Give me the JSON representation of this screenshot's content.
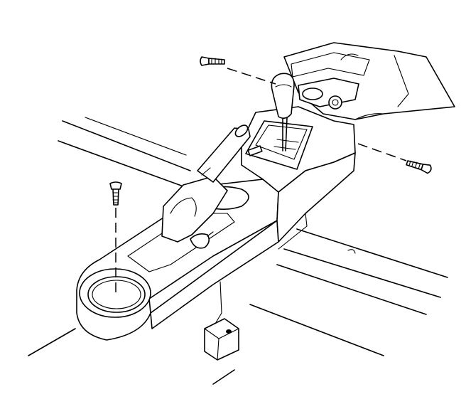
{
  "colors": {
    "ink": "#000000",
    "paper": "#ffffff"
  },
  "parts": [
    {
      "id": "rear-console-screw",
      "icon": "screw-icon"
    },
    {
      "id": "left-front-screw",
      "icon": "screw-icon"
    },
    {
      "id": "right-front-screw",
      "icon": "screw-icon"
    },
    {
      "id": "shift-knob",
      "icon": "shift-knob-icon"
    },
    {
      "id": "parking-brake-lever",
      "icon": "lever-icon"
    },
    {
      "id": "cup-holder",
      "icon": "cup-holder-icon"
    },
    {
      "id": "floor-connector",
      "icon": "connector-icon"
    }
  ]
}
